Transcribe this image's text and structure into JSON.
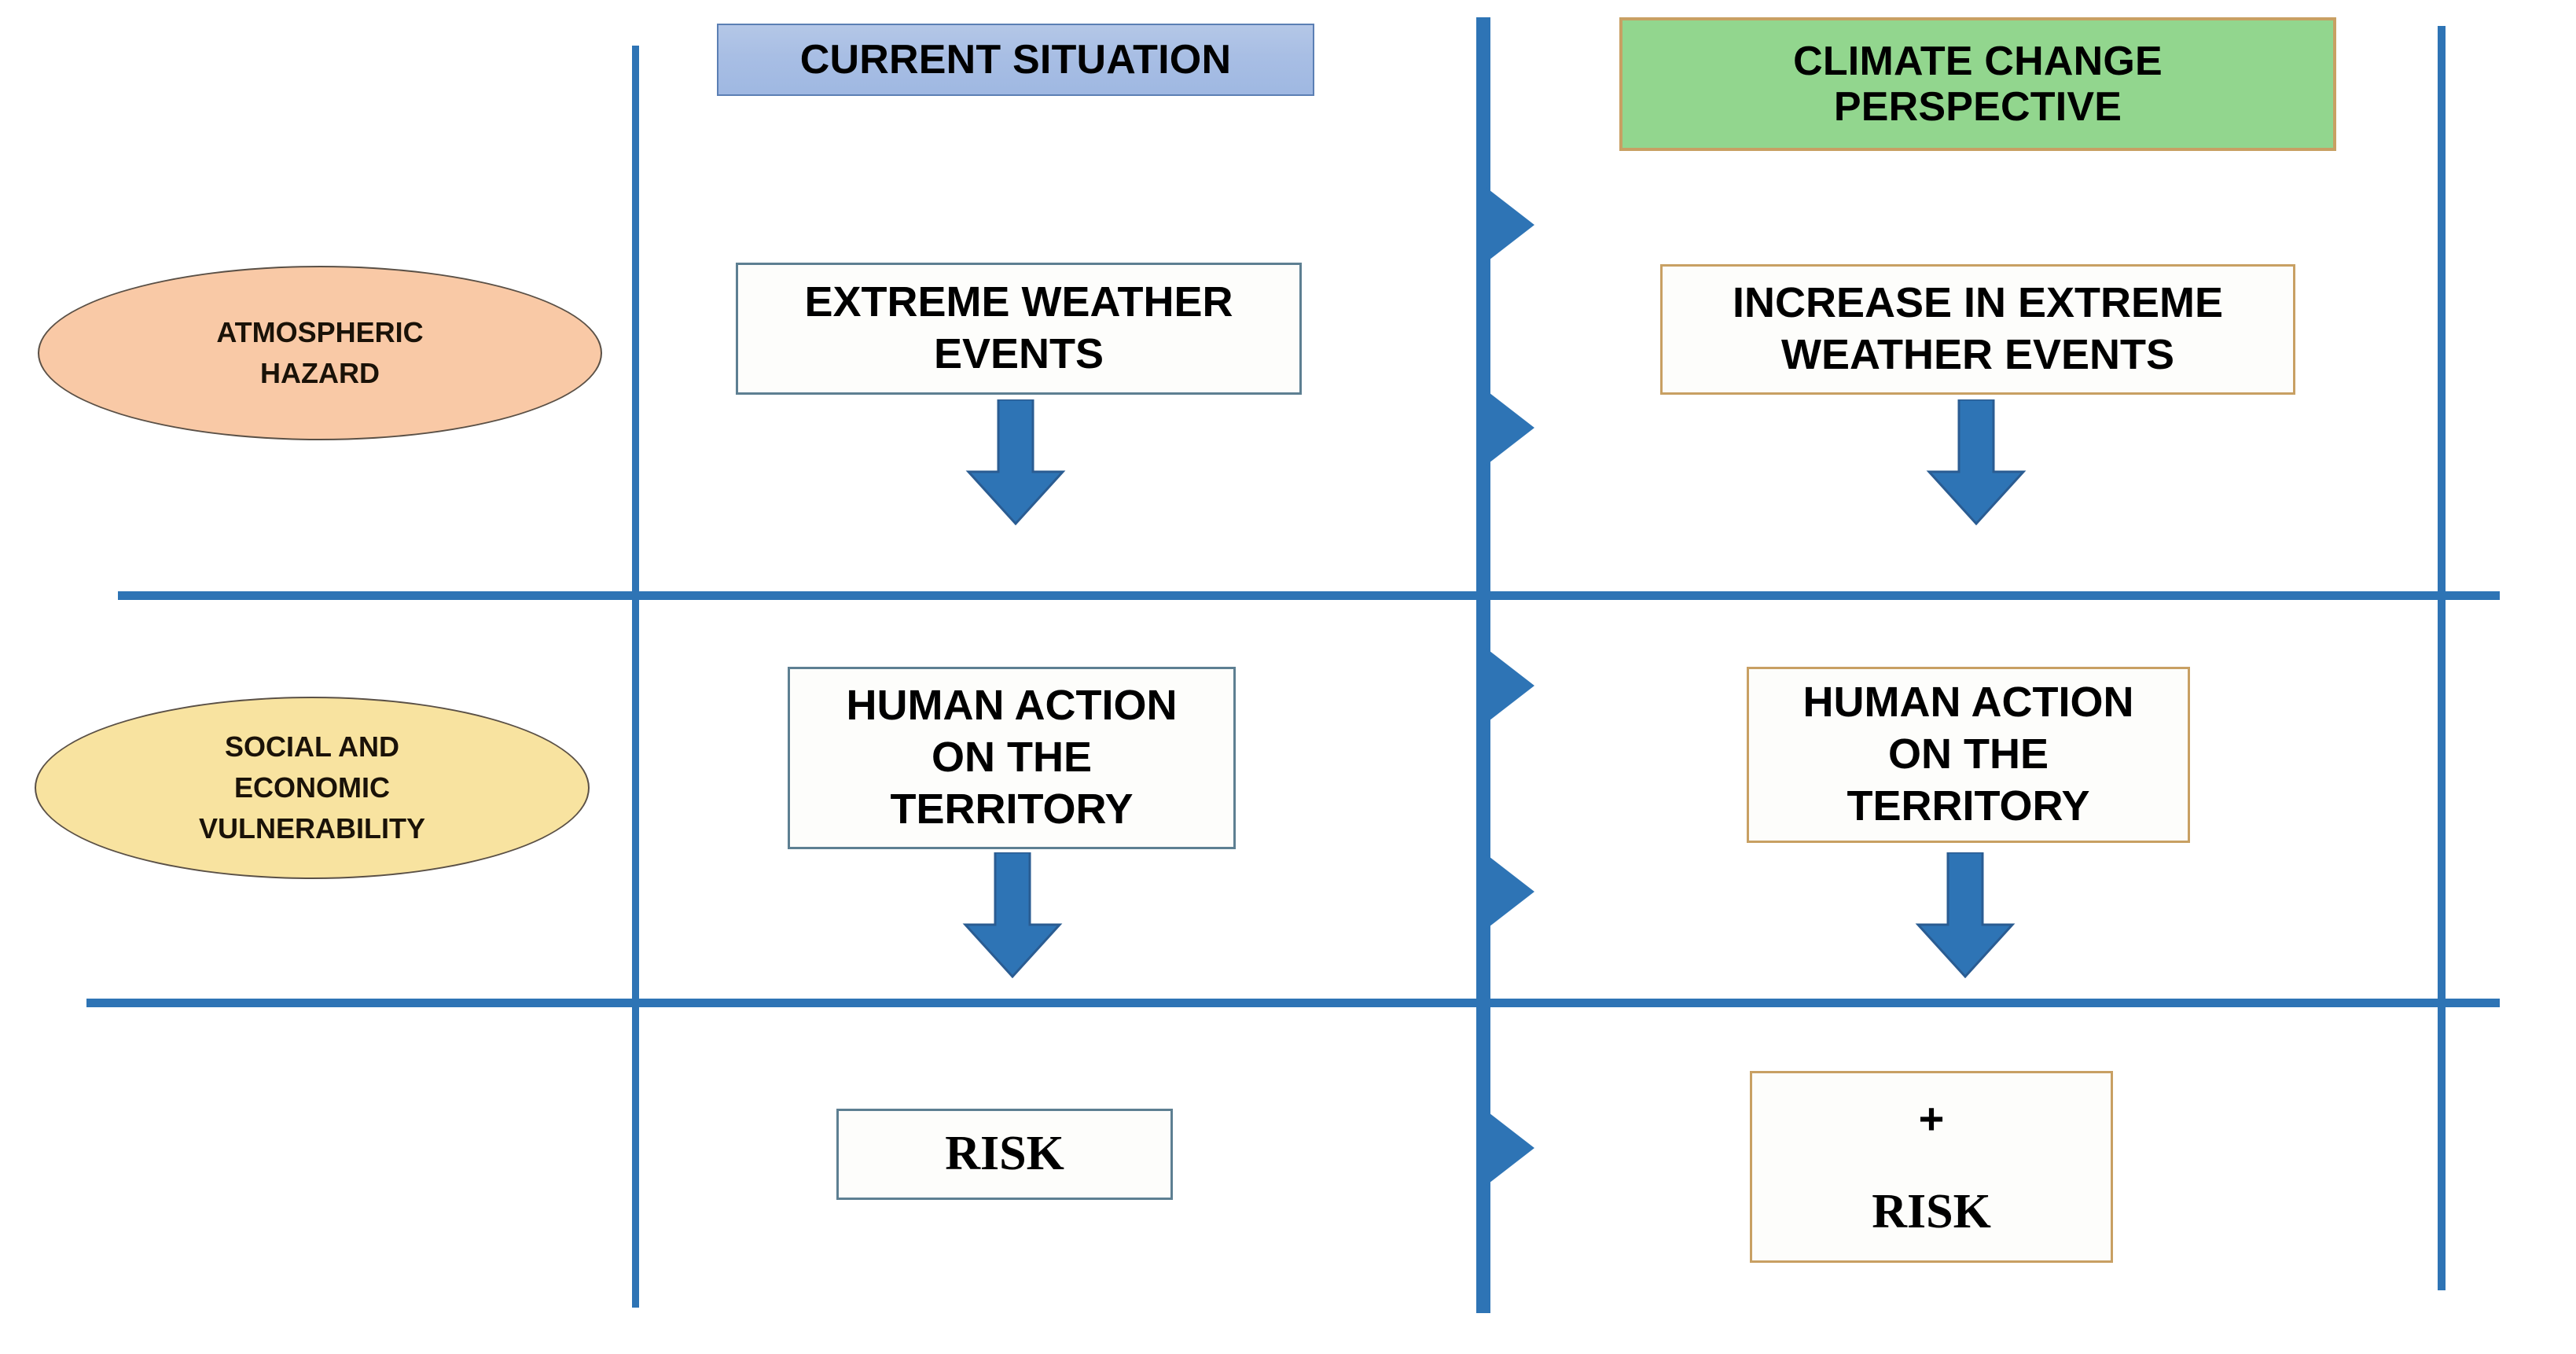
{
  "diagram": {
    "title_columns": {
      "left": "CURRENT SITUATION",
      "right_line1": "CLIMATE CHANGE",
      "right_line2": "PERSPECTIVE"
    },
    "row_labels": [
      {
        "id": "atmospheric-hazard",
        "line1": "ATMOSPHERIC",
        "line2": "HAZARD",
        "color": "#F9C9A6"
      },
      {
        "id": "social-economic-vulnerability",
        "line1": "SOCIAL AND",
        "line2": "ECONOMIC",
        "line3": "VULNERABILITY",
        "color": "#F8E3A0"
      }
    ],
    "nodes": {
      "left_hazard": {
        "line1": "EXTREME WEATHER",
        "line2": "EVENTS"
      },
      "right_hazard": {
        "line1": "INCREASE IN EXTREME",
        "line2": "WEATHER EVENTS"
      },
      "left_vulnerability": {
        "line1": "HUMAN ACTION",
        "line2": "ON THE",
        "line3": "TERRITORY"
      },
      "right_vulnerability": {
        "line1": "HUMAN ACTION",
        "line2": "ON THE",
        "line3": "TERRITORY"
      },
      "left_outcome": {
        "line1": "RISK"
      },
      "right_outcome": {
        "line1": "+",
        "line2": "RISK"
      }
    },
    "colors": {
      "rule_blue": "#2E74B5",
      "arrow_blue": "#2E74B5",
      "banner_blue": "#A8BEE4",
      "banner_green": "#92D68E",
      "border_tan": "#C8A063",
      "border_steel": "#5D7F92",
      "ellipse_peach": "#F9C9A6",
      "ellipse_yellow": "#F8E3A0"
    },
    "icons": {
      "down_arrow": "down-arrow-icon",
      "divider_marker": "right-triangle-marker-icon"
    }
  }
}
